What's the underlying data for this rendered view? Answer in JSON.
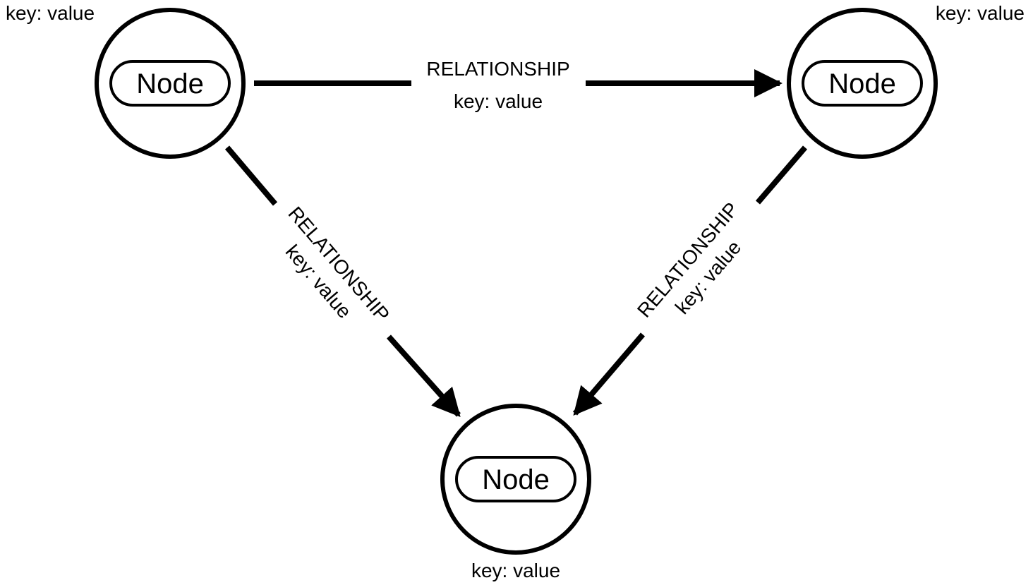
{
  "colors": {
    "stroke": "#000000",
    "background": "#ffffff"
  },
  "nodes": [
    {
      "id": "top-left",
      "label": "Node",
      "property": "key: value"
    },
    {
      "id": "top-right",
      "label": "Node",
      "property": "key: value"
    },
    {
      "id": "bottom",
      "label": "Node",
      "property": "key: value"
    }
  ],
  "relationships": [
    {
      "from": "top-left",
      "to": "top-right",
      "type": "RELATIONSHIP",
      "property": "key: value"
    },
    {
      "from": "top-left",
      "to": "bottom",
      "type": "RELATIONSHIP",
      "property": "key: value"
    },
    {
      "from": "top-right",
      "to": "bottom",
      "type": "RELATIONSHIP",
      "property": "key: value"
    }
  ]
}
